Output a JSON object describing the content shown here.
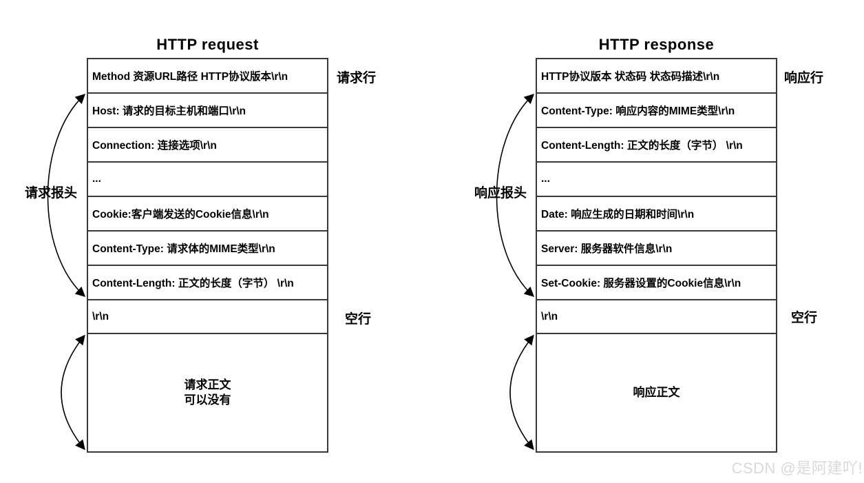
{
  "request": {
    "title": "HTTP request",
    "rows": [
      "Method 资源URL路径 HTTP协议版本\\r\\n",
      "Host: 请求的目标主机和端口\\r\\n",
      "Connection: 连接选项\\r\\n",
      "...",
      "Cookie:客户端发送的Cookie信息\\r\\n",
      "Content-Type: 请求体的MIME类型\\r\\n",
      "Content-Length: 正文的长度（字节） \\r\\n",
      "\\r\\n"
    ],
    "body_lines": [
      "请求正文",
      "可以没有"
    ],
    "line_label": "请求行",
    "headers_label": "请求报头",
    "blank_label": "空行"
  },
  "response": {
    "title": "HTTP response",
    "rows": [
      "HTTP协议版本 状态码 状态码描述\\r\\n",
      "Content-Type: 响应内容的MIME类型\\r\\n",
      "Content-Length: 正文的长度（字节） \\r\\n",
      "...",
      "Date: 响应生成的日期和时间\\r\\n",
      "Server: 服务器软件信息\\r\\n",
      "Set-Cookie: 服务器设置的Cookie信息\\r\\n",
      "\\r\\n"
    ],
    "body_lines": [
      "响应正文"
    ],
    "line_label": "响应行",
    "headers_label": "响应报头",
    "blank_label": "空行"
  },
  "watermark": {
    "text": "CSDN @是阿建吖!"
  },
  "colors": {
    "line": "#383838",
    "text": "#000000",
    "watermark": "#d9d9d9"
  }
}
